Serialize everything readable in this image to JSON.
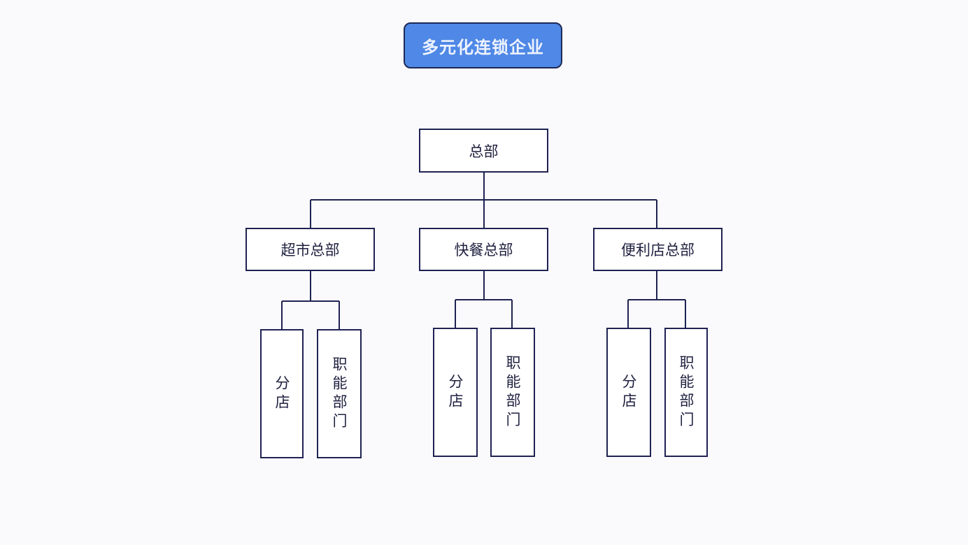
{
  "title": "多元化连锁企业",
  "root": {
    "label": "总部"
  },
  "branches": [
    {
      "label": "超市总部",
      "children": [
        {
          "label": "分店"
        },
        {
          "label": "职能部门"
        }
      ]
    },
    {
      "label": "快餐总部",
      "children": [
        {
          "label": "分店"
        },
        {
          "label": "职能部门"
        }
      ]
    },
    {
      "label": "便利店总部",
      "children": [
        {
          "label": "分店"
        },
        {
          "label": "职能部门"
        }
      ]
    }
  ],
  "colors": {
    "title_fill": "#4f88e6",
    "line": "#1f2252"
  }
}
